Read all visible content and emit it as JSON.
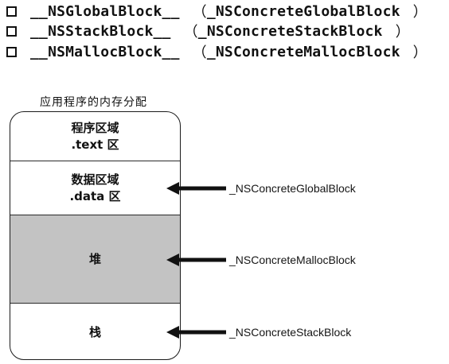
{
  "block_types": [
    {
      "name": "__NSGlobalBlock__",
      "paren_open": "（",
      "value": "_NSConcreteGlobalBlock",
      "paren_close": "）"
    },
    {
      "name": "__NSStackBlock__",
      "paren_open": "（",
      "value": "_NSConcreteStackBlock",
      "paren_close": "）"
    },
    {
      "name": "__NSMallocBlock__",
      "paren_open": "（",
      "value": "_NSConcreteMallocBlock",
      "paren_close": "）"
    }
  ],
  "memory": {
    "title": "应用程序的内存分配",
    "segments": {
      "text": {
        "line1": "程序区域",
        "line2": ".text 区"
      },
      "data": {
        "line1": "数据区域",
        "line2": ".data 区"
      },
      "heap": {
        "line1": "堆"
      },
      "stack": {
        "line1": "栈"
      }
    },
    "heap_fill_color": "#c3c3c3"
  },
  "pointers": {
    "global": "_NSConcreteGlobalBlock",
    "malloc": "_NSConcreteMallocBlock",
    "stack": "_NSConcreteStackBlock"
  }
}
